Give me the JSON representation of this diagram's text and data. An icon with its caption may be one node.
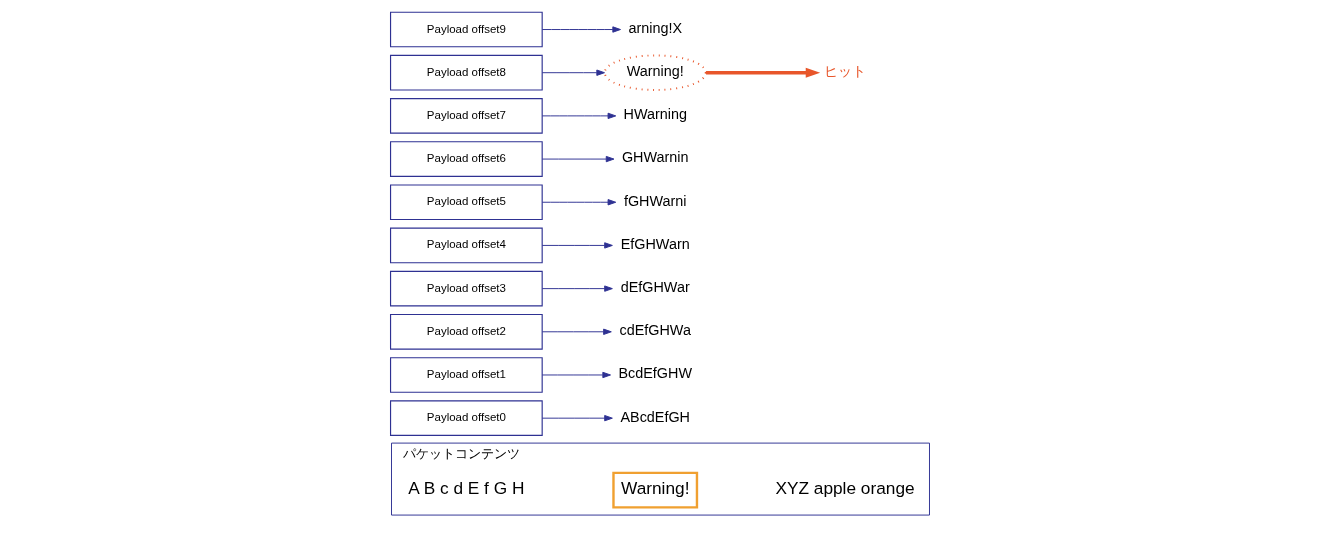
{
  "diagram": {
    "nodes": [
      {
        "text": [
          "パケットコンテンツ",
          "A B c d E f G H",
          "XYZ apple orange"
        ]
      },
      {
        "text": [
          "Warning!"
        ],
        "in": 0
      },
      {
        "text": [
          "Payload offset0"
        ]
      },
      {
        "text": [
          "Payload offset1"
        ]
      },
      {
        "text": [
          "Payload offset2"
        ]
      },
      {
        "text": [
          "Payload offset3"
        ]
      },
      {
        "text": [
          "Payload offset4"
        ]
      },
      {
        "text": [
          "Payload offset5"
        ]
      },
      {
        "text": [
          "Payload offset6"
        ]
      },
      {
        "text": [
          "Payload offset7"
        ]
      },
      {
        "text": [
          "Payload offset8"
        ]
      },
      {
        "text": [
          "Payload offset9"
        ]
      },
      {
        "text": [
          "ABcdEfGH"
        ]
      },
      {
        "text": [
          "BcdEfGHW"
        ]
      },
      {
        "text": [
          "cdEfGHWa"
        ]
      },
      {
        "text": [
          "dEfGHWar"
        ]
      },
      {
        "text": [
          "EfGHWarn"
        ]
      },
      {
        "text": [
          "fGHWarni"
        ]
      },
      {
        "text": [
          "GHWarnin"
        ]
      },
      {
        "text": [
          "HWarning"
        ]
      },
      {
        "text": [
          "Warning!"
        ]
      },
      {
        "text": [
          "arning!X"
        ]
      },
      {
        "text": [
          "ヒット"
        ]
      }
    ],
    "edges": [
      {
        "from": 2,
        "to": 12,
        "arrow": "to"
      },
      {
        "from": 3,
        "to": 13,
        "arrow": "to"
      },
      {
        "from": 4,
        "to": 14,
        "arrow": "to"
      },
      {
        "from": 5,
        "to": 15,
        "arrow": "to"
      },
      {
        "from": 6,
        "to": 16,
        "arrow": "to"
      },
      {
        "from": 7,
        "to": 17,
        "arrow": "to"
      },
      {
        "from": 8,
        "to": 18,
        "arrow": "to"
      },
      {
        "from": 9,
        "to": 19,
        "arrow": "to"
      },
      {
        "from": 10,
        "to": 20,
        "arrow": "to"
      },
      {
        "from": 11,
        "to": 21,
        "arrow": "to"
      },
      {
        "from": 20,
        "to": 22,
        "arrow": "to",
        "style": "thick",
        "color": "#e8562a"
      }
    ]
  }
}
